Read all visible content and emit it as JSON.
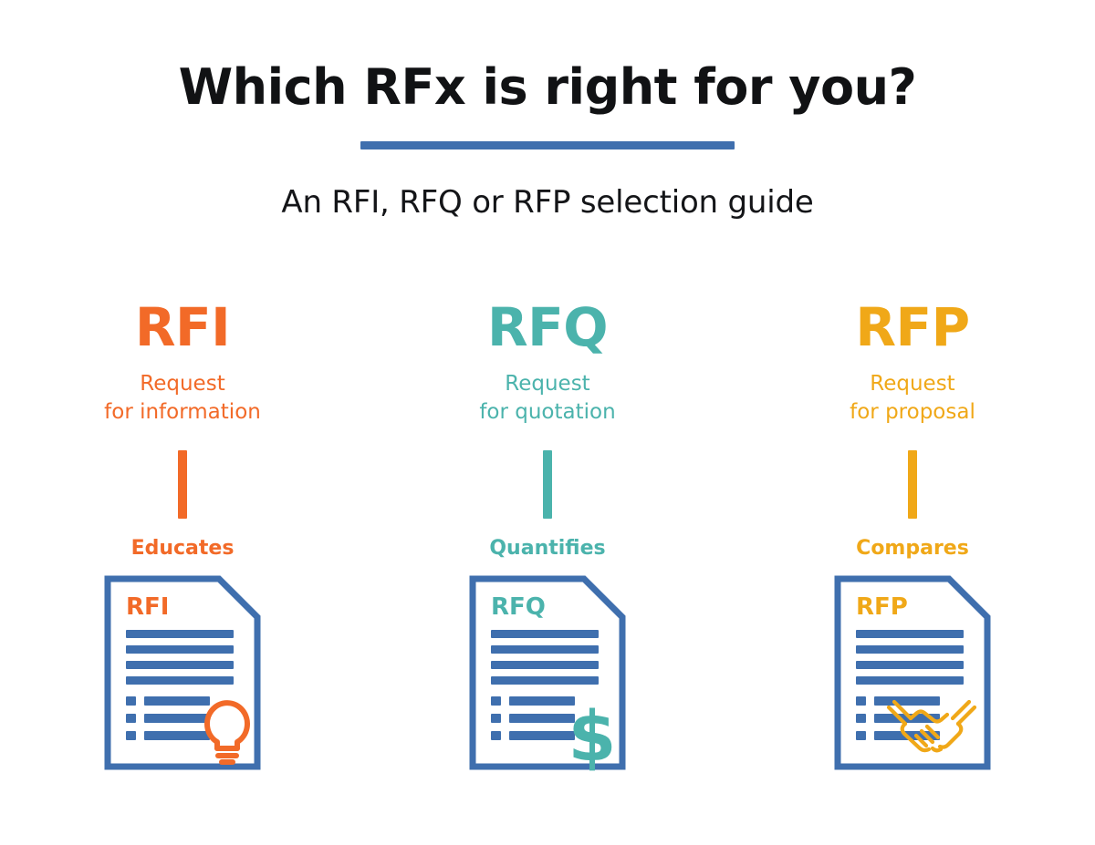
{
  "header": {
    "title": "Which RFx is right for you?",
    "subtitle": "An RFI, RFQ or RFP selection guide",
    "rule_color": "#3f6fae"
  },
  "palette": {
    "orange": "#f26a28",
    "teal": "#4bb3ac",
    "gold": "#f0a818",
    "doc_blue": "#3f6fae",
    "text_dark": "#111214",
    "background": "#ffffff"
  },
  "columns": [
    {
      "acronym": "RFI",
      "expansion_line1": "Request",
      "expansion_line2": "for information",
      "verb": "Educates",
      "color": "#f26a28",
      "doc_label": "RFI",
      "doc_icon": "lightbulb-icon",
      "doc_border_color": "#3f6fae",
      "doc_line_color": "#3f6fae",
      "doc_full_lines": 4,
      "doc_bullet_lines": 3
    },
    {
      "acronym": "RFQ",
      "expansion_line1": "Request",
      "expansion_line2": "for quotation",
      "verb": "Quantifies",
      "color": "#4bb3ac",
      "doc_label": "RFQ",
      "doc_icon": "dollar-sign-icon",
      "doc_border_color": "#3f6fae",
      "doc_line_color": "#3f6fae",
      "doc_full_lines": 4,
      "doc_bullet_lines": 3
    },
    {
      "acronym": "RFP",
      "expansion_line1": "Request",
      "expansion_line2": "for proposal",
      "verb": "Compares",
      "color": "#f0a818",
      "doc_label": "RFP",
      "doc_icon": "handshake-icon",
      "doc_border_color": "#3f6fae",
      "doc_line_color": "#3f6fae",
      "doc_full_lines": 4,
      "doc_bullet_lines": 3
    }
  ]
}
